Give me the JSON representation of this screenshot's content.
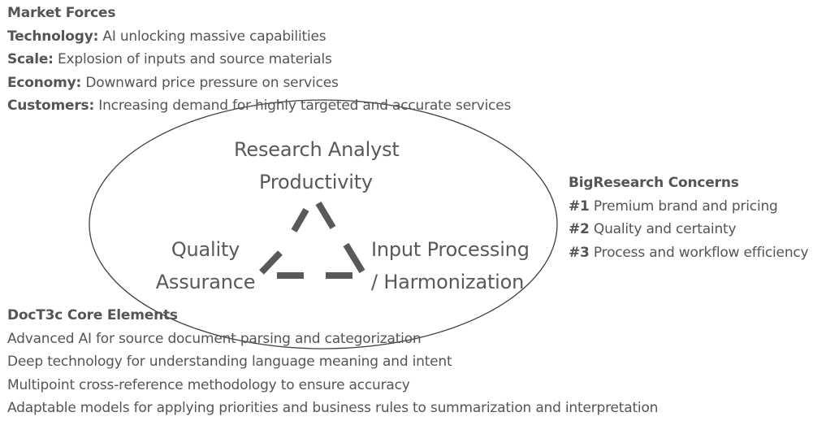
{
  "market_forces": {
    "title": "Market Forces",
    "items": [
      {
        "label": "Technology:",
        "text": "AI unlocking massive capabilities"
      },
      {
        "label": "Scale:",
        "text": "Explosion of inputs and source materials"
      },
      {
        "label": "Economy:",
        "text": "Downward price pressure on services"
      },
      {
        "label": "Customers:",
        "text": "Increasing demand for highly targeted and accurate services"
      }
    ]
  },
  "cycle": {
    "top": [
      "Research Analyst",
      "Productivity"
    ],
    "left": [
      "Quality",
      "Assurance"
    ],
    "right": [
      "Input Processing",
      "/ Harmonization"
    ]
  },
  "concerns": {
    "title": "BigResearch Concerns",
    "items": [
      {
        "label": "#1",
        "text": "Premium brand and pricing"
      },
      {
        "label": "#2",
        "text": "Quality and certainty"
      },
      {
        "label": "#3",
        "text": "Process and workflow efficiency"
      }
    ]
  },
  "core_elements": {
    "title": "DocT3c Core Elements",
    "items": [
      "Advanced AI for source document parsing and categorization",
      "Deep technology for understanding language meaning and intent",
      "Multipoint cross-reference methodology to ensure accuracy",
      "Adaptable models for applying priorities and business rules to summarization and interpretation"
    ]
  },
  "colors": {
    "text": "#555555",
    "ellipse_stroke": "#404040",
    "triangle_dash": "#595959"
  }
}
